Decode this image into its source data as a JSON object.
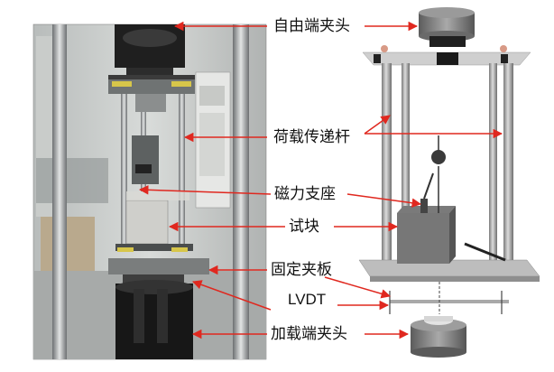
{
  "labels": {
    "free_end_clamp": "自由端夹头",
    "load_transfer_rod": "荷载传递杆",
    "magnetic_base": "磁力支座",
    "specimen": "试块",
    "fixed_clamp_plate": "固定夹板",
    "lvdt": "LVDT",
    "loading_end_clamp": "加载端夹头"
  },
  "colors": {
    "arrow": "#e0281f",
    "photo_bg": "#cfd2d0",
    "steel": "#8a8d8e",
    "render_grey": "#9a9a9a",
    "render_dark": "#3a3a3a"
  }
}
